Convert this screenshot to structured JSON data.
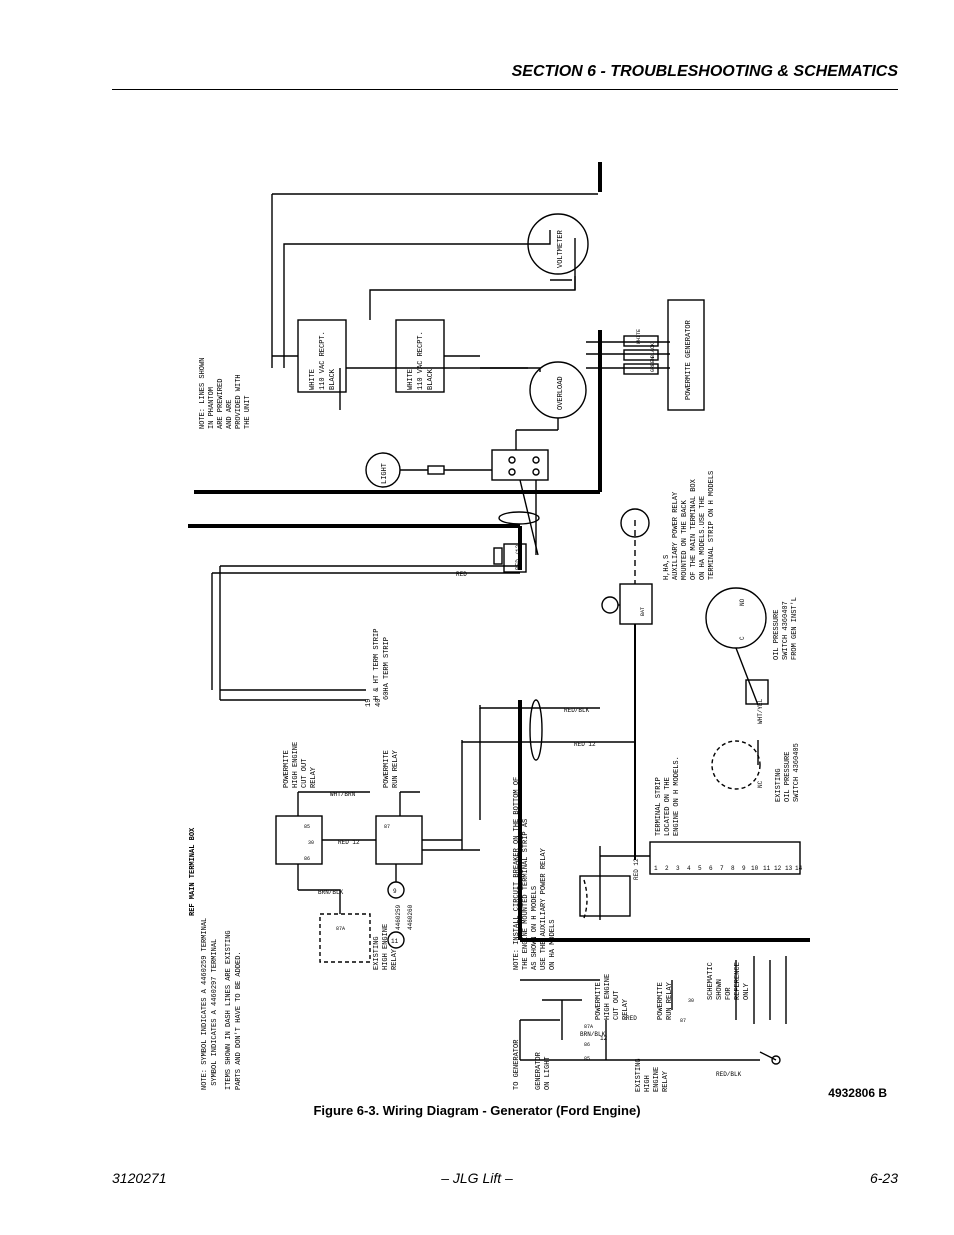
{
  "header": {
    "section_title": "SECTION 6 - TROUBLESHOOTING & SCHEMATICS"
  },
  "figure": {
    "drawing_number": "4932806 B",
    "caption": "Figure 6-3.  Wiring Diagram - Generator (Ford Engine)"
  },
  "diagram": {
    "labels": {
      "note_phantom": [
        "NOTE: LINES SHOWN",
        "IN PHANTOM",
        "ARE PREWIRED",
        "AND ARE",
        "PROVIDED WITH",
        "THE UNIT"
      ],
      "recept_1": [
        "WHITE",
        "110 VAC RECPT.",
        "BLACK"
      ],
      "recept_2": [
        "WHITE",
        "110 VAC RECPT.",
        "BLACK"
      ],
      "voltmeter": "VOLTMETER",
      "overload": "OVERLOAD",
      "powermite_generator": "POWERMITE GENERATOR",
      "wire_white": "WHITE",
      "wire_black": "BLACK",
      "wire_green": "GREEN",
      "light": "LIGHT",
      "wire_red": "RED",
      "wire_red_12": "RED /12",
      "term_strip": [
        "H & HT TERM STRIP",
        "60HA TERM STRIP"
      ],
      "term_19": "19",
      "term_40": "40",
      "has_note": [
        "H,HA,S",
        "AUXILIARY POWER RELAY",
        "MOUNTED ON THE BACK",
        "OF THE MAIN TERMINAL BOX",
        "ON HA MODELS.USE THE",
        "TERMINAL STRIP ON H MODELS"
      ],
      "bat": "BAT",
      "no": "NO",
      "c": "C",
      "oil_switch_1": [
        "OIL PRESSURE",
        "SWITCH 4360407",
        "FROM GEN INST'L"
      ],
      "wire_red_blk": "RED/BLK",
      "wire_red_12b": "RED 12",
      "wire_wht_yel": "WHT/YEL",
      "oil_switch_2": [
        "EXISTING",
        "OIL PRESSURE",
        "SWITCH 4360405"
      ],
      "nc": "NC",
      "relay_hecut": [
        "POWERMITE",
        "HIGH ENGINE",
        "CUT OUT",
        "RELAY"
      ],
      "relay_run": [
        "POWERMITE",
        "RUN RELAY"
      ],
      "wire_wht_brn": "WHT/BRN",
      "wire_red_12c": "RED 12",
      "ref_box": "REF MAIN TERMINAL BOX",
      "pin_85": "85",
      "pin_86": "86",
      "pin_87": "87",
      "pin_30": "30",
      "pin_87a": "87A",
      "part_1": "4460259",
      "part_2": "4460260",
      "num_9": "9",
      "num_11": "11",
      "wire_brn_blk": "BRN/BLK",
      "existing_relay": [
        "EXISTING",
        "HIGH ENGINE",
        "RELAY"
      ],
      "cb_note": [
        "NOTE: INSTALL CIRCUIT BREAKER ON THE BOTTOM OF",
        "THE ENGINE MOUNTED TERMINAL STRIP AS",
        "AS SHOWN ON H MODELS",
        "USE THE AUXILIARY POWER RELAY",
        "ON HA MODELS"
      ],
      "strip_note": [
        "TERMINAL STRIP",
        "LOCATED ON THE",
        "ENGINE ON H MODELS."
      ],
      "red_12_wire": "RED 12",
      "strip_cols": [
        "1",
        "2",
        "3",
        "4",
        "5",
        "6",
        "7",
        "8",
        "9",
        "10",
        "11",
        "12",
        "13",
        "14"
      ],
      "symbol_note": [
        "NOTE: SYMBOL      INDICATES A 4460259 TERMINAL",
        "         SYMBOL      INDICATES A 4460297 TERMINAL"
      ],
      "items_note": [
        "ITEMS SHOWN IN DASH LINES ARE EXISTING",
        "PARTS AND DON'T HAVE TO BE ADDED."
      ],
      "to_generator": "TO GENERATOR",
      "gen_on_light": [
        "GENERATOR",
        "ON LIGHT"
      ],
      "sch_relay_hecut": [
        "POWERMITE",
        "HIGH ENGINE",
        "CUT OUT",
        "RELAY"
      ],
      "sch_relay_run": [
        "POWERMITE",
        "RUN RELAY"
      ],
      "schematic_note": [
        "SCHEMATIC",
        "SHOWN",
        "FOR",
        "REFERENCE",
        "ONLY"
      ],
      "sch_existing": [
        "EXISTING",
        "HIGH",
        "ENGINE",
        "RELAY"
      ],
      "sch_red": "RED",
      "sch_12": "12",
      "sch_brn_blk": "BRN/BLK",
      "sch_red_blk": "RED/BLK",
      "sch_85": "85",
      "sch_86": "86",
      "sch_87": "87",
      "sch_87a": "87A",
      "sch_30": "30"
    }
  },
  "footer": {
    "doc_number": "3120271",
    "publisher": "– JLG Lift –",
    "page_number": "6-23"
  }
}
